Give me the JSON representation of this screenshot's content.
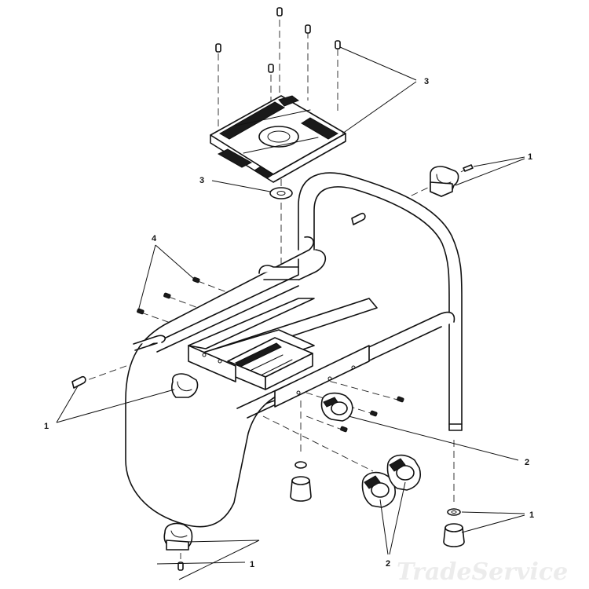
{
  "diagram": {
    "callouts": {
      "base_plate_fasteners": "3",
      "washer": "3",
      "frame_bumper_top_right": "1",
      "screws_left": "4",
      "frame_bumper_left": "1",
      "clamp_center": "2",
      "foot_right": "1",
      "clamps_bottom": "2",
      "bumper_bottom_left": "1"
    },
    "watermark": "TradeService"
  }
}
